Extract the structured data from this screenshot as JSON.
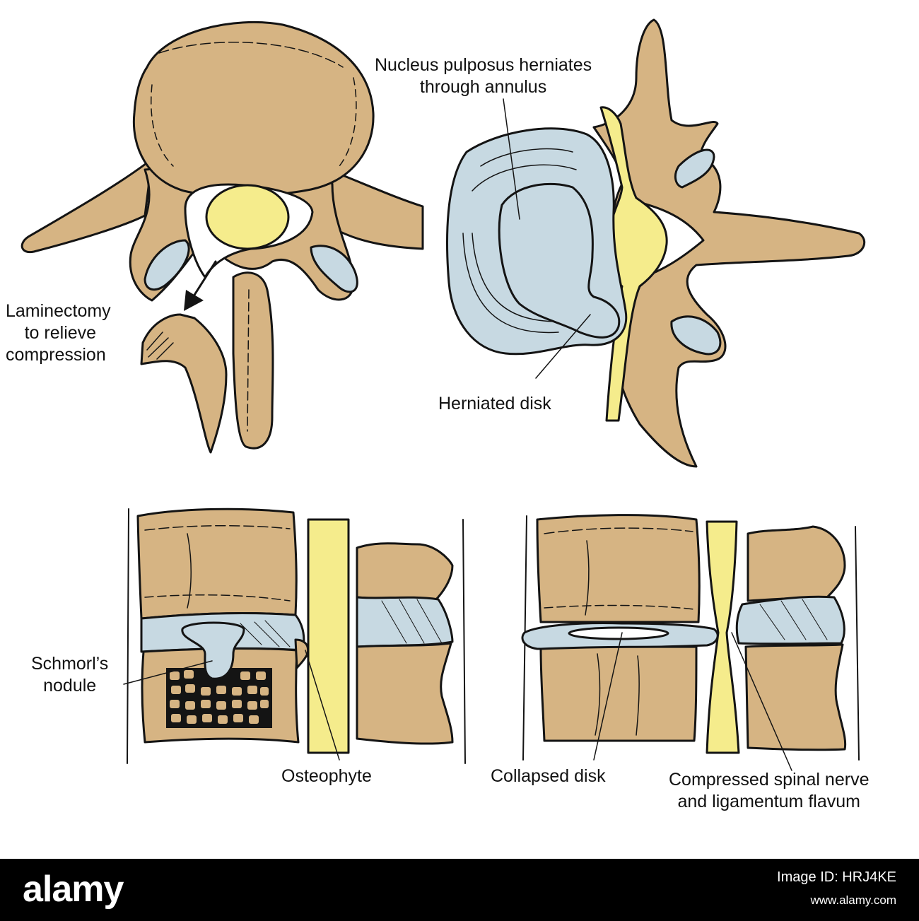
{
  "colors": {
    "bone": "#d6b483",
    "disk": "#c7d9e2",
    "nerve": "#f5ec8c",
    "outline": "#141414",
    "bar": "#000000"
  },
  "labels": {
    "laminectomy": [
      "Laminectomy",
      "to relieve",
      "compression"
    ],
    "nucleus": [
      "Nucleus pulposus herniates",
      "through annulus"
    ],
    "herniated_disk": "Herniated disk",
    "schmorl": [
      "Schmorl’s",
      "nodule"
    ],
    "osteophyte": "Osteophyte",
    "collapsed_disk": "Collapsed disk",
    "compressed": [
      "Compressed spinal nerve",
      "and ligamentum flavum"
    ]
  },
  "watermark": {
    "logo": "alamy",
    "image_id": "Image ID: HRJ4KE",
    "url": "www.alamy.com"
  }
}
